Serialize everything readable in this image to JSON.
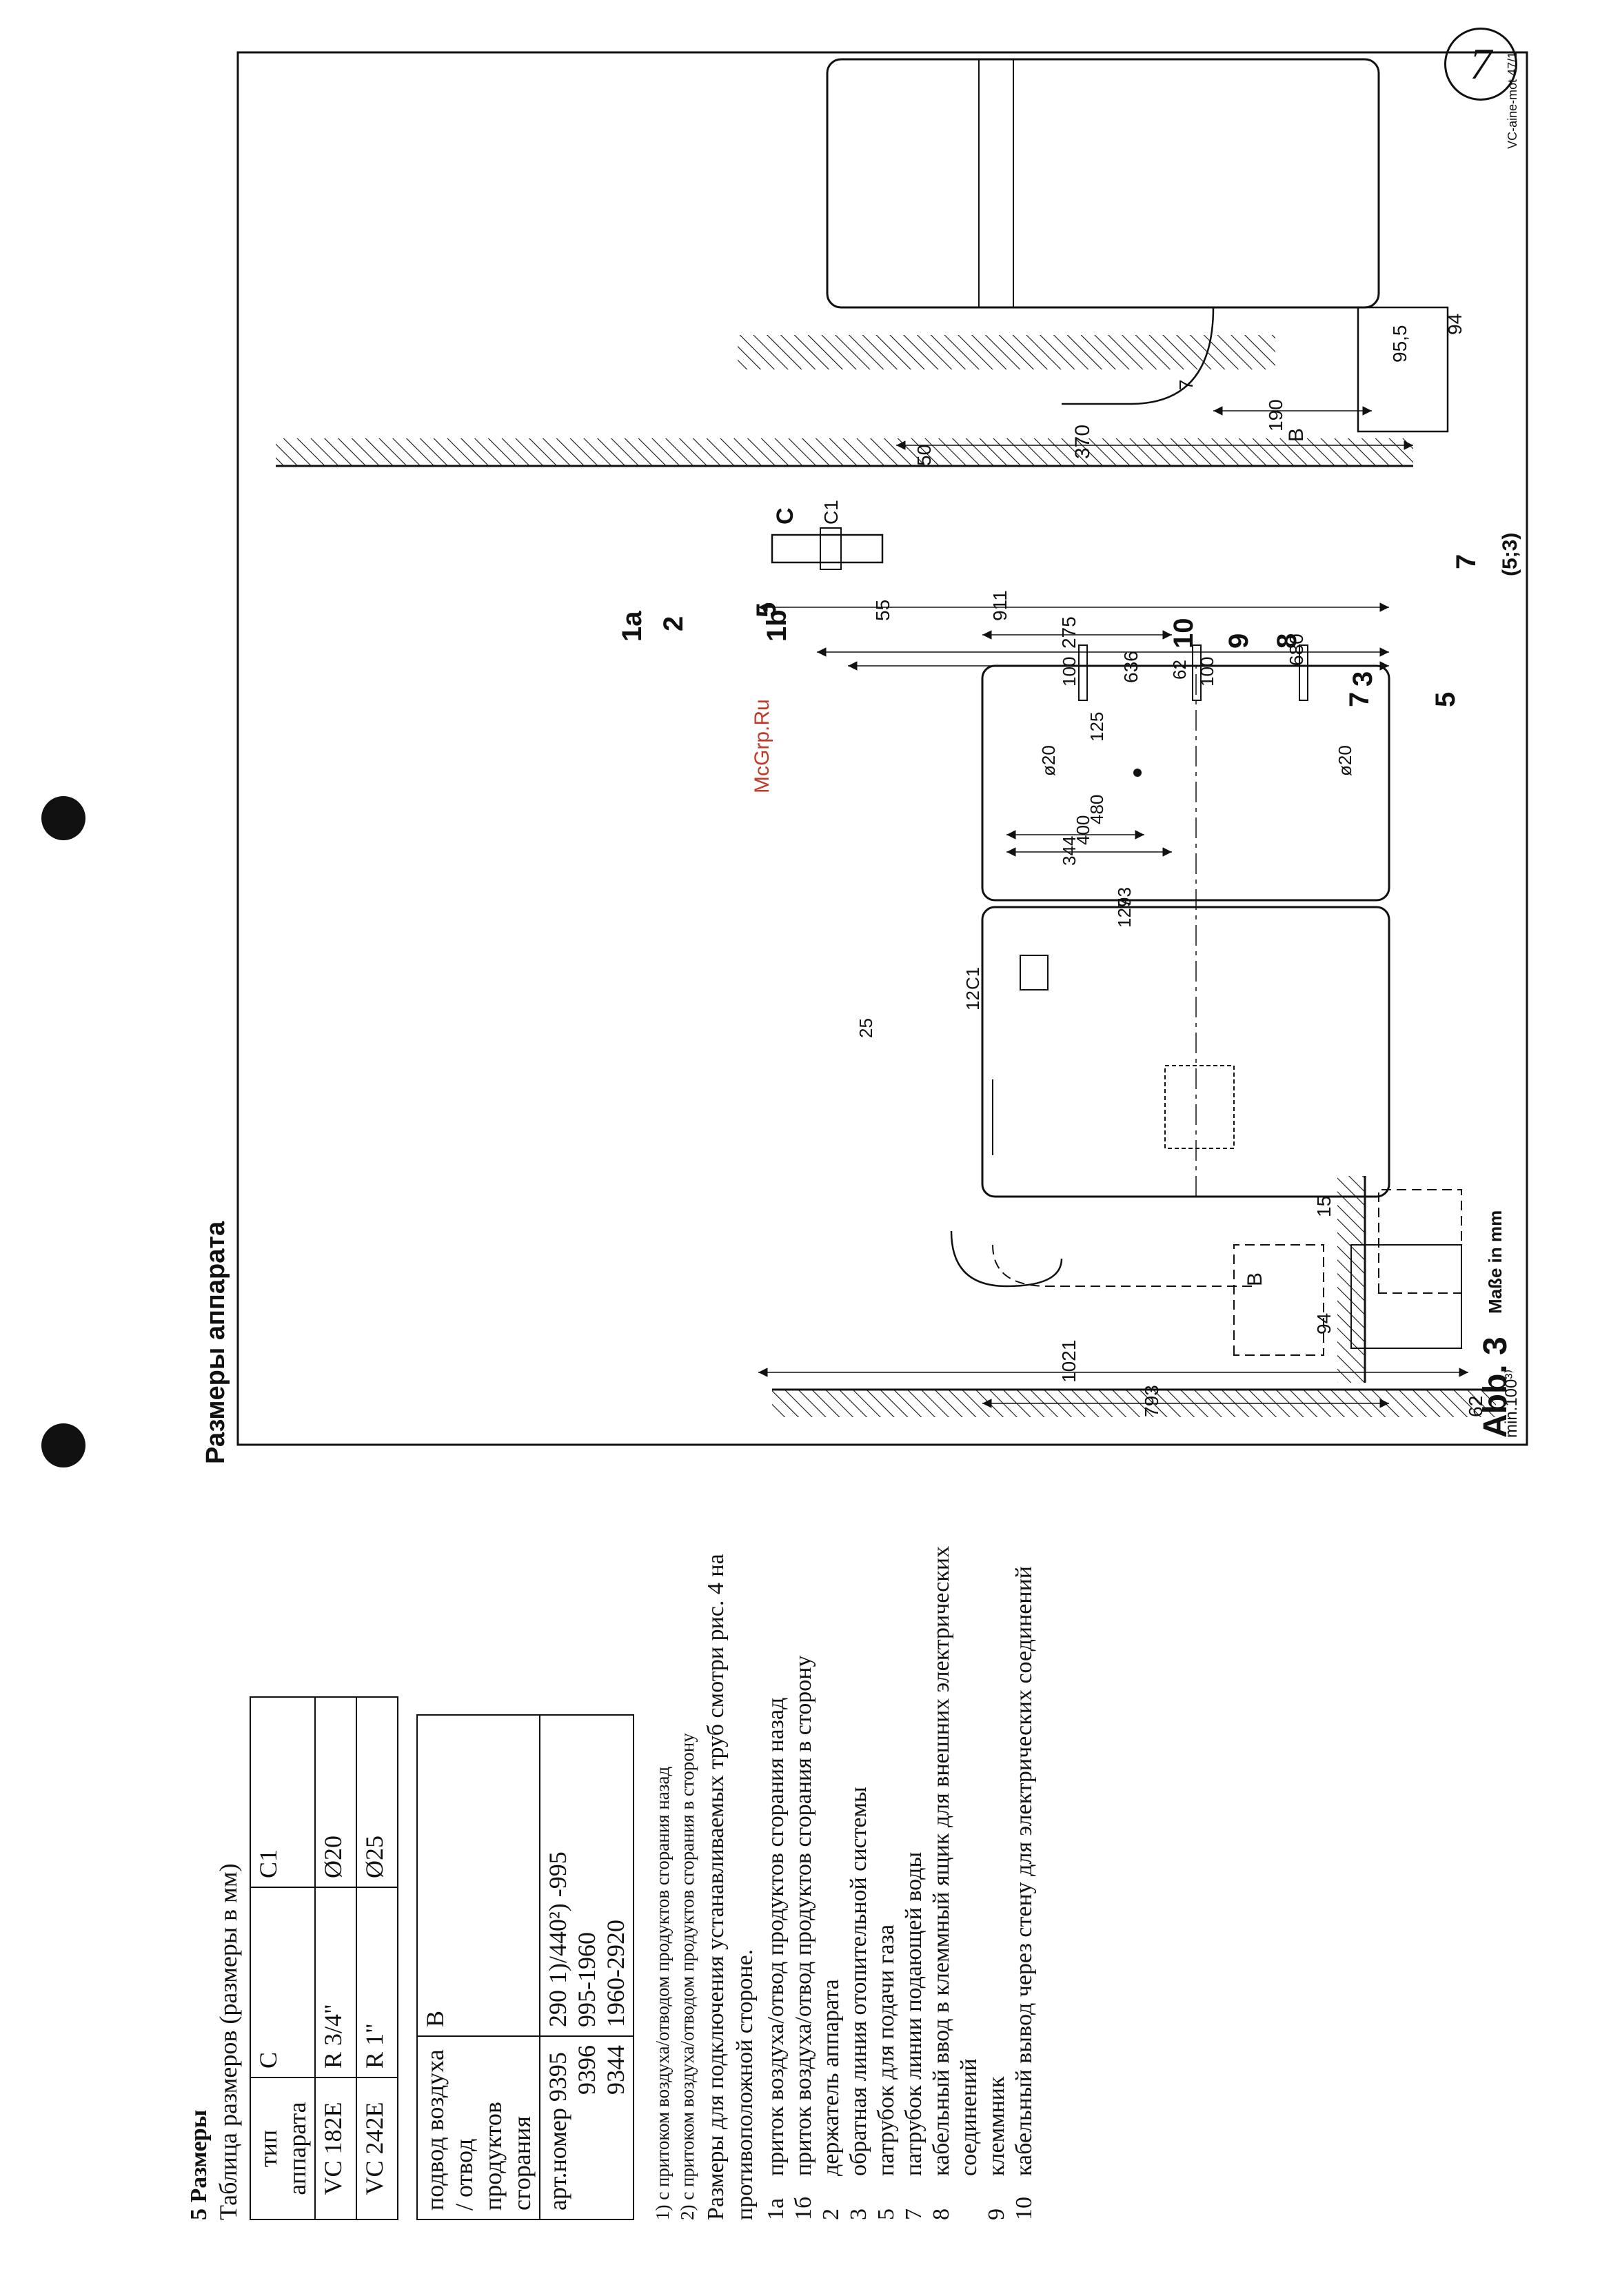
{
  "page_mark": "7",
  "section": {
    "title": "5 Размеры",
    "table_caption": "Таблица размеров (размеры в мм)"
  },
  "table1": {
    "header": [
      "тип аппарата",
      "C",
      "C1"
    ],
    "rows": [
      [
        "VC 182E",
        "R 3/4\"",
        "Ø20"
      ],
      [
        "VC 242E",
        "R 1\"",
        "Ø25"
      ]
    ]
  },
  "table2": {
    "header": [
      "подвод воздуха / отвод продуктов сгорания",
      "B"
    ],
    "rows": [
      [
        "арт.номер 9395",
        "290 1)/440²) -995"
      ],
      [
        "9396",
        "995-1960"
      ],
      [
        "9344",
        "1960-2920"
      ]
    ]
  },
  "footnotes": [
    "1) с притоком воздуха/отводом продуктов сгорания назад",
    "2) с притоком воздуха/отводом продуктов сгорания в сторону"
  ],
  "paragraph": "Размеры для подключения устанавливаемых труб смотри рис. 4 на противоположной стороне.",
  "legend": [
    {
      "num": "1а",
      "text": "приток воздуха/отвод продуктов сгорания назад"
    },
    {
      "num": "1б",
      "text": "приток воздуха/отвод продуктов сгорания в сторону"
    },
    {
      "num": "2",
      "text": "держатель аппарата"
    },
    {
      "num": "3",
      "text": "обратная линия отопительной системы"
    },
    {
      "num": "5",
      "text": "патрубок для подачи газа"
    },
    {
      "num": "7",
      "text": "патрубок линии подающей воды"
    },
    {
      "num": "8",
      "text": "кабельный ввод в клеммный ящик для внешних электрических соединений"
    },
    {
      "num": "9",
      "text": "клеммник"
    },
    {
      "num": "10",
      "text": "кабельный вывод через стену для электрических соединений"
    }
  ],
  "figure": {
    "heading": "Размеры аппарата",
    "caption": "Abb. 3",
    "units": "Maße in mm",
    "watermark": "McGrp.Ru",
    "code": "VC-aine-mot 47/1",
    "callouts": [
      "1a",
      "1b",
      "2",
      "3",
      "5",
      "5",
      "7",
      "7",
      "(5;3)",
      "8",
      "9",
      "10"
    ],
    "dims": {
      "d1021": "1021",
      "d793": "793",
      "d62": "62",
      "min100": "min.100³⁾",
      "d94a": "94",
      "d15": "15",
      "dB1": "B",
      "d275": "275",
      "d636": "636",
      "d680": "680",
      "d911": "911",
      "d55": "55",
      "d127": "127",
      "d93": "93",
      "d344": "344",
      "d400": "400",
      "d480": "480",
      "d12": "12",
      "d25": "25",
      "dC1a": "C1",
      "dC1b": "C1",
      "dC": "C",
      "d125": "125",
      "d62b": "62",
      "d100a": "100",
      "d100b": "100",
      "dphi20a": "ø20",
      "dphi20b": "ø20",
      "d94b": "94",
      "d95_5": "95,5",
      "dB2": "B",
      "d190": "190",
      "d7": "7",
      "d50": "50",
      "d370": "370"
    }
  }
}
